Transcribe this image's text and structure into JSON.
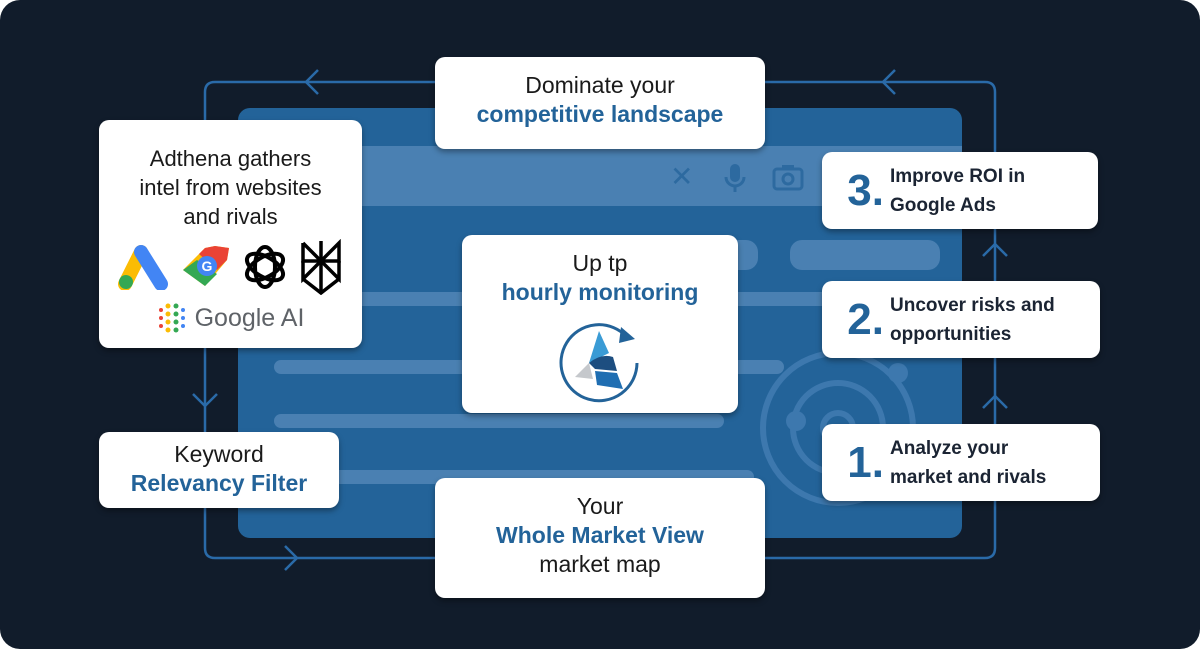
{
  "cards": {
    "top": {
      "line1": "Dominate your",
      "line2": "competitive landscape"
    },
    "sources": {
      "line1": "Adthena gathers",
      "line2": "intel from websites",
      "line3": "and rivals",
      "logos": [
        "google-ads-icon",
        "google-merchant-icon",
        "openai-icon",
        "perplexity-icon"
      ],
      "google_ai_label": "Google AI"
    },
    "center": {
      "line1": "Up tp",
      "line2": "hourly monitoring",
      "icon": "adthena-logo-refresh-icon"
    },
    "keyword": {
      "line1": "Keyword",
      "line2": "Relevancy Filter"
    },
    "bottom": {
      "line1": "Your",
      "line2": "Whole Market View",
      "line3": "market map"
    }
  },
  "steps": [
    {
      "number": "3.",
      "line1": "Improve ROI in",
      "line2": "Google Ads"
    },
    {
      "number": "2.",
      "line1": "Uncover risks and",
      "line2": "opportunities"
    },
    {
      "number": "1.",
      "line1": "Analyze your",
      "line2": "market and rivals"
    }
  ],
  "search_icons": [
    "close-icon",
    "microphone-icon",
    "camera-icon"
  ],
  "colors": {
    "background": "#111c2b",
    "panel": "#236399",
    "accent": "#236399",
    "text_dark": "#1b2433"
  }
}
